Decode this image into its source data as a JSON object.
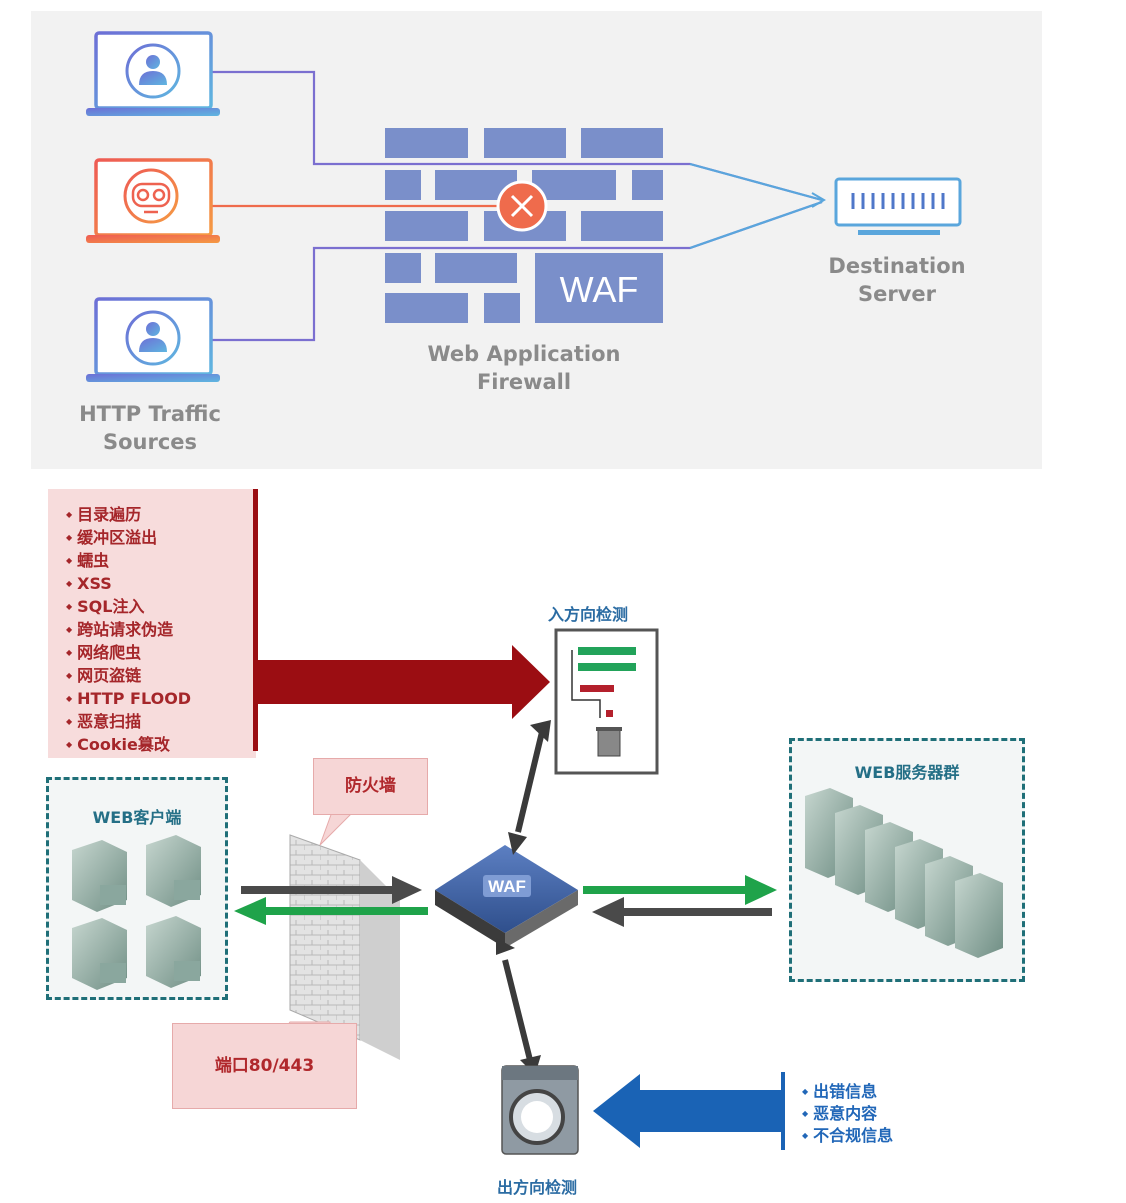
{
  "top": {
    "sources_label": [
      "HTTP Traffic",
      "Sources"
    ],
    "firewall_label": [
      "Web Application",
      "Firewall"
    ],
    "server_label": [
      "Destination",
      "Server"
    ],
    "waf_text": "WAF",
    "colors": {
      "panel": "#f2f2f2",
      "brick": "#7a8fca",
      "legit": "#7b6fd0",
      "blocked": "#ef6b4c",
      "server": "#5aa6dc"
    }
  },
  "bottom": {
    "attacks": [
      "目录遍历",
      "缓冲区溢出",
      "蠕虫",
      "XSS",
      "SQL注入",
      "跨站请求伪造",
      "网络爬虫",
      "网页盗链",
      "HTTP FLOOD",
      "恶意扫描",
      "Cookie篡改"
    ],
    "inbound_label": "入方向检测",
    "outbound_label": "出方向检测",
    "clients_label": "WEB客户端",
    "servers_label": "WEB服务器群",
    "firewall_callout": "防火墙",
    "port_callout": "端口80/443",
    "waf_label": "WAF",
    "outbound_items": [
      "出错信息",
      "恶意内容",
      "不合规信息"
    ],
    "colors": {
      "attack_arrow": "#9b0d12",
      "allow_arrow": "#1fa34a",
      "return_arrow": "#4a4a4a",
      "outbound_arrow": "#1a63b5"
    }
  }
}
